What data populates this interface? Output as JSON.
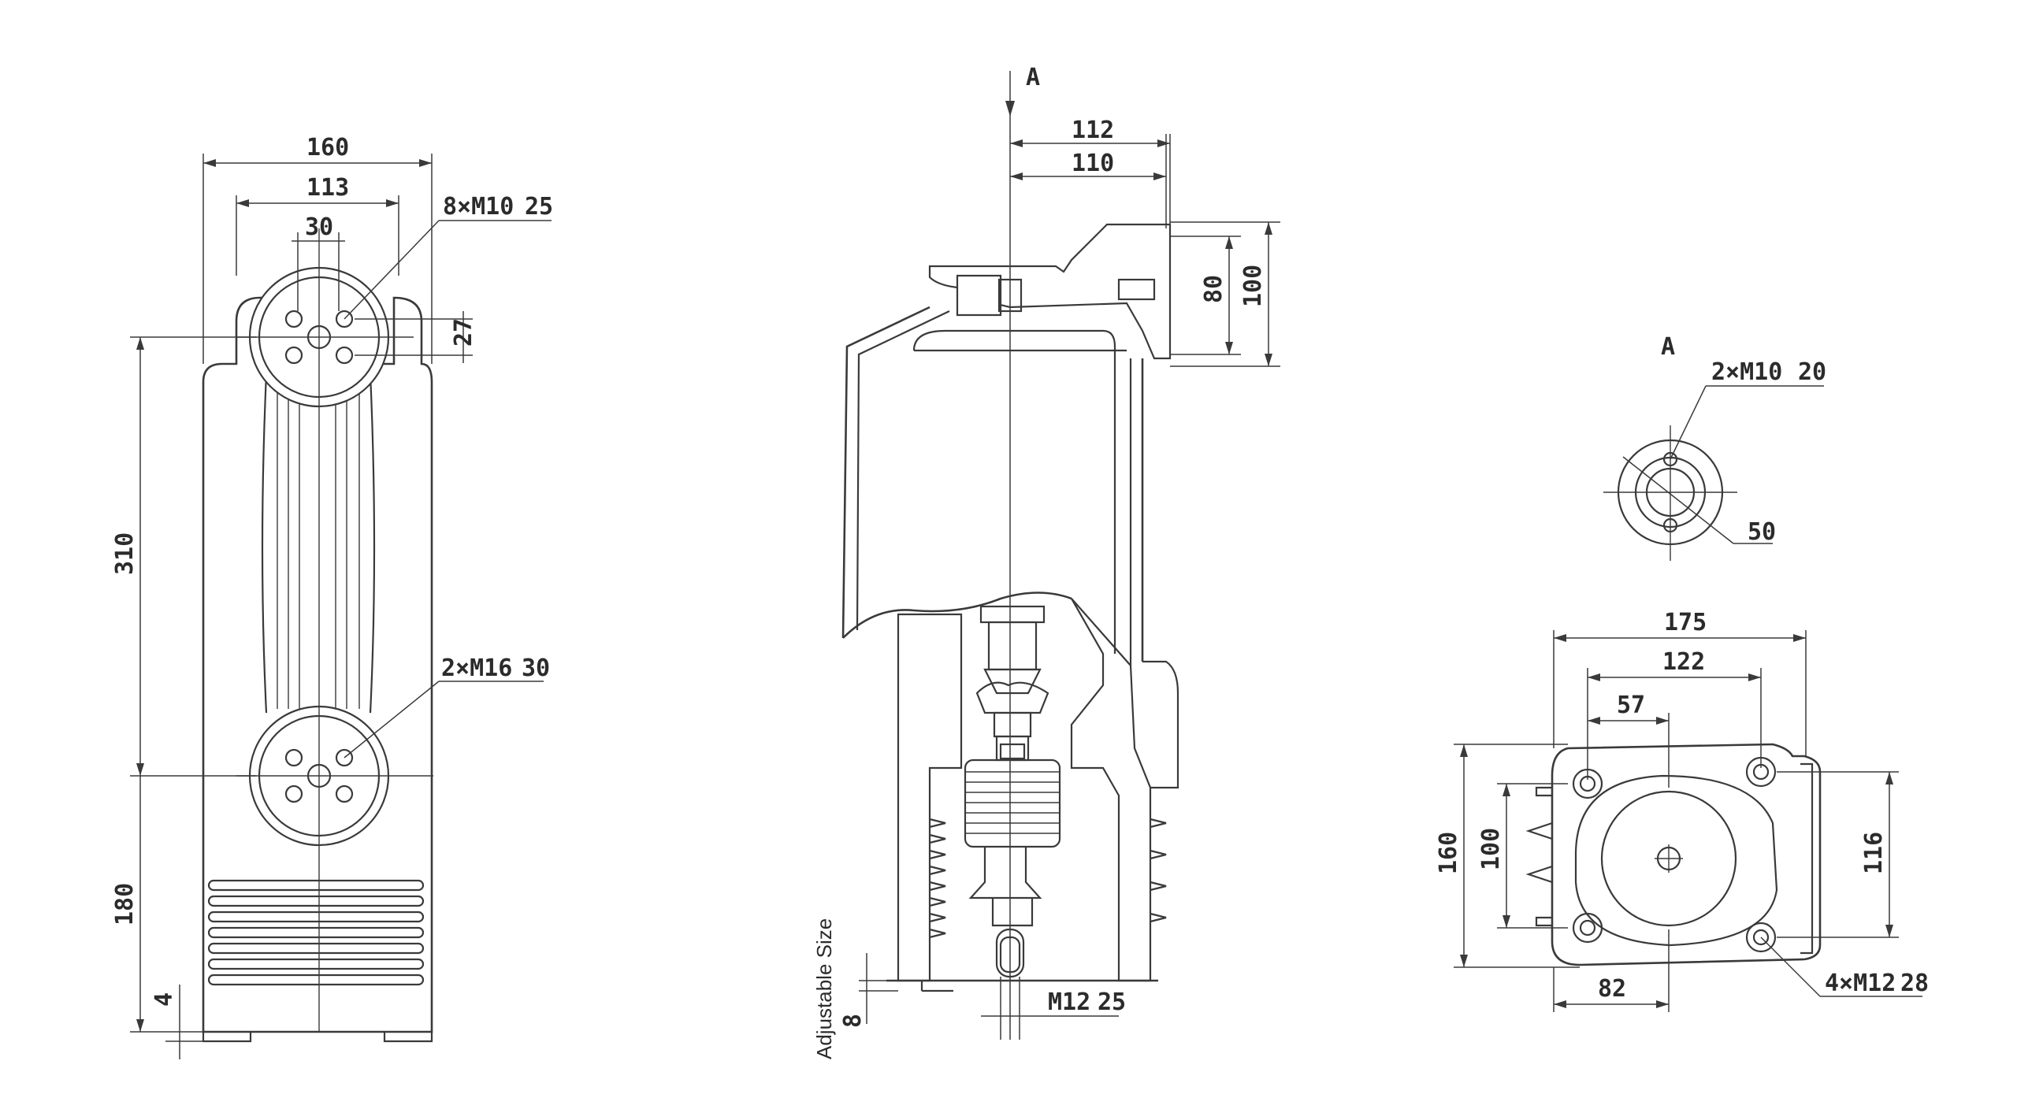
{
  "front_view": {
    "dims": {
      "width_total": "160",
      "width_holes": "113",
      "hole_spacing": "30",
      "upper_thread": "8×M10",
      "upper_thread_depth": "25",
      "hole_offset": "27",
      "height_between": "310",
      "lower_thread": "2×M16",
      "lower_thread_depth": "30",
      "height_lower": "180",
      "foot_height": "4"
    }
  },
  "side_view": {
    "section_label": "A",
    "dims": {
      "offset_112": "112",
      "offset_110": "110",
      "flange_80": "80",
      "flange_100": "100",
      "bottom_thread": "M12",
      "bottom_thread_depth": "25",
      "adjustable_label": "Adjustable Size",
      "adjustable_value": "8"
    }
  },
  "view_a": {
    "label": "A",
    "dims": {
      "thread": "2×M10",
      "thread_depth": "20",
      "diameter": "50"
    }
  },
  "base_view": {
    "dims": {
      "width_175": "175",
      "width_122": "122",
      "width_57": "57",
      "height_160": "160",
      "height_100": "100",
      "height_116": "116",
      "offset_82": "82",
      "mount_thread": "4×M12",
      "mount_thread_depth": "28"
    }
  }
}
